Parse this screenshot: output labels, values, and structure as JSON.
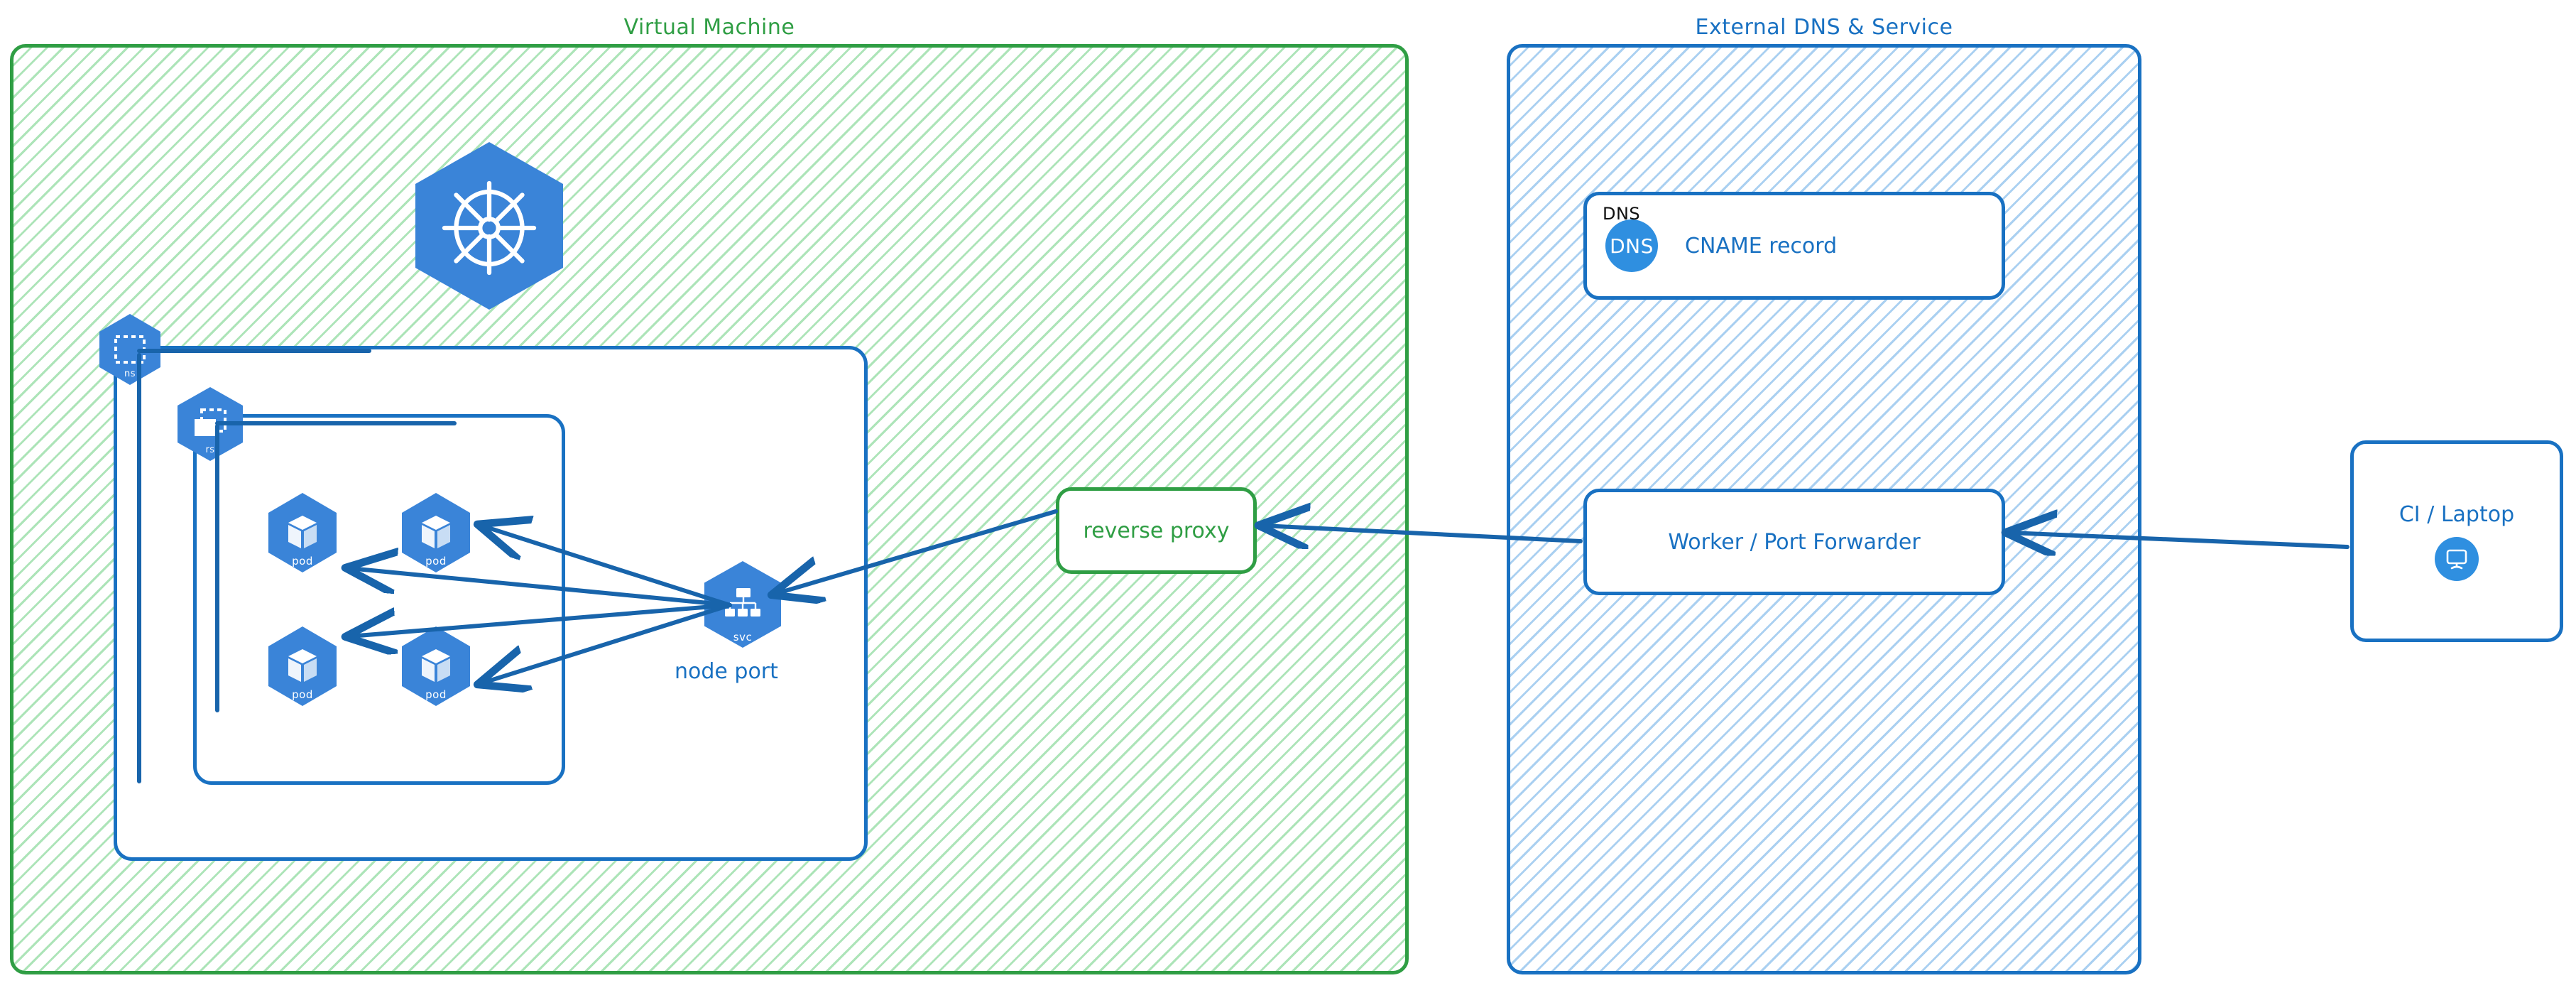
{
  "groups": {
    "vm": {
      "title": "Virtual Machine",
      "color": "#2f9e44"
    },
    "external": {
      "title": "External DNS & Service",
      "color": "#1971c2"
    }
  },
  "vm": {
    "k8s_logo": {
      "icon": "kubernetes-wheel-icon"
    },
    "namespace_badge": {
      "caption": "ns",
      "icon": "namespace-icon"
    },
    "replicaset_badge": {
      "caption": "rs",
      "icon": "replicaset-icon"
    },
    "pods": [
      {
        "caption": "pod",
        "icon": "pod-icon"
      },
      {
        "caption": "pod",
        "icon": "pod-icon"
      },
      {
        "caption": "pod",
        "icon": "pod-icon"
      },
      {
        "caption": "pod",
        "icon": "pod-icon"
      }
    ],
    "service": {
      "caption": "svc",
      "icon": "service-icon",
      "label": "node port"
    },
    "reverse_proxy": {
      "label": "reverse proxy"
    }
  },
  "external": {
    "dns_record": {
      "tag": "DNS",
      "icon_text": "DNS",
      "label": "CNAME record"
    },
    "worker": {
      "label": "Worker / Port Forwarder"
    }
  },
  "client": {
    "laptop": {
      "label": "CI / Laptop",
      "icon": "monitor-icon"
    }
  },
  "colors": {
    "green": "#2f9e44",
    "blue": "#1971c2",
    "k8s_blue": "#3a84d8",
    "dns_blue": "#2f8fe0",
    "black": "#101010"
  }
}
